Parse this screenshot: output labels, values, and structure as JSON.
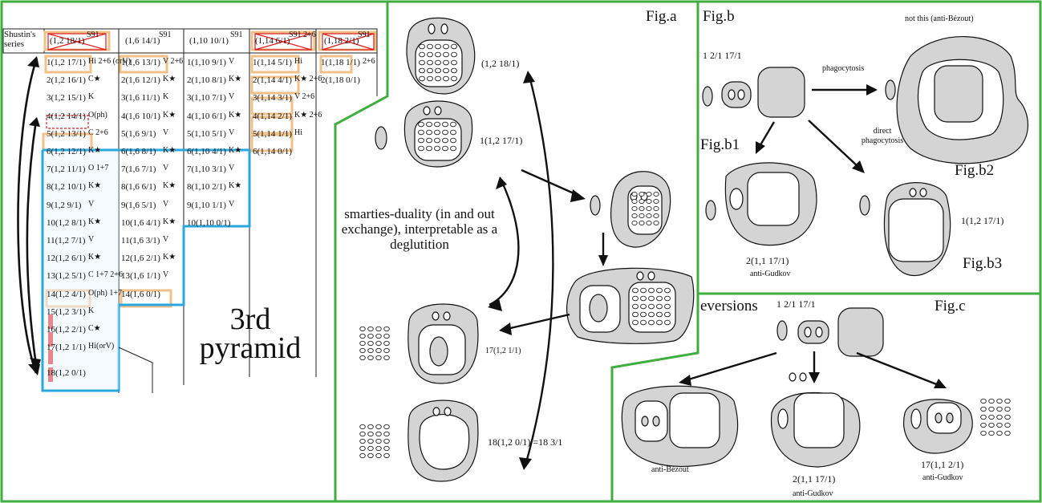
{
  "table": {
    "header_label": "Shustin's series",
    "header": [
      {
        "text": "(1,2 18/1)",
        "tag": "S91"
      },
      {
        "text": "(1,6 14/1)",
        "tag": "S91"
      },
      {
        "text": "(1,10 10/1)",
        "tag": "S91"
      },
      {
        "text": "(1,14 6/1)",
        "tag": "S91 2+6"
      },
      {
        "text": "(1,18 2/1)",
        "tag": "S91"
      }
    ],
    "col1": [
      {
        "t": "1(1,2 17/1)",
        "m": "Hi 2+6 (orV)"
      },
      {
        "t": "2(1,2 16/1)",
        "m": "C★"
      },
      {
        "t": "3(1,2 15/1)",
        "m": "K"
      },
      {
        "t": "4(1,2 14/1)",
        "m": "O(ph)"
      },
      {
        "t": "5(1,2 13/1)",
        "m": "C 2+6"
      },
      {
        "t": "6(1,2 12/1)",
        "m": "K★"
      },
      {
        "t": "7(1,2 11/1)",
        "m": "O 1+7"
      },
      {
        "t": "8(1,2 10/1)",
        "m": "K★"
      },
      {
        "t": "9(1,2 9/1)",
        "m": "V"
      },
      {
        "t": "10(1,2 8/1)",
        "m": "K★"
      },
      {
        "t": "11(1,2 7/1)",
        "m": "V"
      },
      {
        "t": "12(1,2 6/1)",
        "m": "K★"
      },
      {
        "t": "13(1,2 5/1)",
        "m": "C 1+7 2+6"
      },
      {
        "t": "14(1,2 4/1)",
        "m": "O(ph) 1+7"
      },
      {
        "t": "15(1,2 3/1)",
        "m": "K"
      },
      {
        "t": "16(1,2 2/1)",
        "m": "C★"
      },
      {
        "t": "17(1,2 1/1)",
        "m": "Hi(orV)"
      },
      {
        "t": "18(1,2 0/1)",
        "m": ""
      }
    ],
    "col2": [
      {
        "t": "1(1,6 13/1)",
        "m": "V 2+6"
      },
      {
        "t": "2(1,6 12/1)",
        "m": "K★"
      },
      {
        "t": "3(1,6 11/1)",
        "m": "K"
      },
      {
        "t": "4(1,6 10/1)",
        "m": "K★"
      },
      {
        "t": "5(1,6 9/1)",
        "m": "V"
      },
      {
        "t": "6(1,6 8/1)",
        "m": "K★"
      },
      {
        "t": "7(1,6 7/1)",
        "m": "V"
      },
      {
        "t": "8(1,6 6/1)",
        "m": "K★"
      },
      {
        "t": "9(1,6 5/1)",
        "m": "V"
      },
      {
        "t": "10(1,6 4/1)",
        "m": "K★"
      },
      {
        "t": "11(1,6 3/1)",
        "m": "V"
      },
      {
        "t": "12(1,6 2/1)",
        "m": "K★"
      },
      {
        "t": "13(1,6 1/1)",
        "m": "V"
      },
      {
        "t": "14(1,6 0/1)",
        "m": ""
      }
    ],
    "col3": [
      {
        "t": "1(1,10 9/1)",
        "m": "V"
      },
      {
        "t": "2(1,10 8/1)",
        "m": "K★"
      },
      {
        "t": "3(1,10 7/1)",
        "m": "V"
      },
      {
        "t": "4(1,10 6/1)",
        "m": "K★"
      },
      {
        "t": "5(1,10 5/1)",
        "m": "V"
      },
      {
        "t": "6(1,10 4/1)",
        "m": "K★"
      },
      {
        "t": "7(1,10 3/1)",
        "m": "V"
      },
      {
        "t": "8(1,10 2/1)",
        "m": "K★"
      },
      {
        "t": "9(1,10 1/1)",
        "m": "V"
      },
      {
        "t": "10(1,10 0/1)",
        "m": ""
      }
    ],
    "col4": [
      {
        "t": "1(1,14 5/1)",
        "m": "Hi"
      },
      {
        "t": "2(1,14 4/1)",
        "m": "K★ 2+6"
      },
      {
        "t": "3(1,14 3/1)",
        "m": "V 2+6"
      },
      {
        "t": "4(1,14 2/1)",
        "m": "K★ 2+6"
      },
      {
        "t": "5(1,14 1/1)",
        "m": "Hi"
      },
      {
        "t": "6(1,14 0/1)",
        "m": ""
      }
    ],
    "col5": [
      {
        "t": "1(1,18 1/1)",
        "m": "2+6"
      },
      {
        "t": "2(1,18 0/1)",
        "m": ""
      }
    ],
    "pyramid_label": "3rd pyramid"
  },
  "figa": {
    "title": "Fig.a",
    "formula_top": "(1,2 18/1)",
    "formula_2": "1(1,2 17/1)",
    "smarties": "smarties-duality (in and out exchange), interpretable as a deglutition",
    "formula_17": "17(1,2 1/1)",
    "formula_18": "18(1,2 0/1) =18 3/1"
  },
  "figb": {
    "title": "Fig.b",
    "not_this": "not this (anti-Bézout)",
    "phagocytosis": "phagocytosis",
    "direct": "direct phagocytosis",
    "formula": "1 2/1 17/1",
    "b1": "Fig.b1",
    "b2": "Fig.b2",
    "b3": "Fig.b3",
    "anti_gudkov_formula": "2(1,1 17/1)",
    "anti_gudkov": "anti-Gudkov",
    "b3_formula": "1(1,2 17/1)"
  },
  "figc": {
    "eversions": "eversions",
    "title": "Fig.c",
    "formula": "1 2/1 17/1",
    "anti_bezout": "anti-Bézout",
    "mid_formula": "2(1,1 17/1)",
    "anti_gudkov1": "anti-Gudkov",
    "right_formula": "17(1,1 2/1)",
    "anti_gudkov2": "anti-Gudkov"
  },
  "colors": {
    "green": "#3fae3f",
    "cyan": "#2aa7dd",
    "orange": "#f0c089",
    "red": "#e01b1b",
    "oval": "#d4d4d4"
  }
}
